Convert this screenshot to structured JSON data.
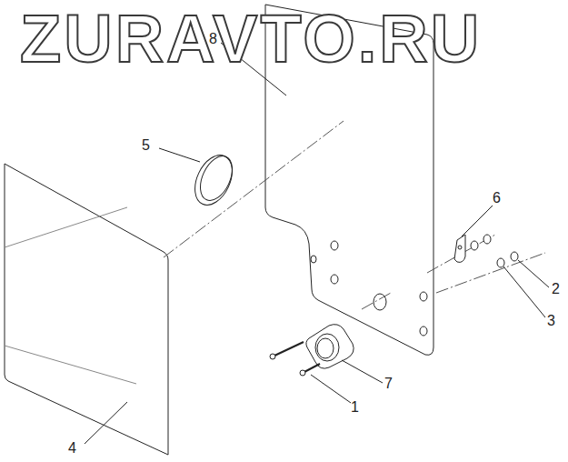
{
  "diagram": {
    "labels": [
      "ZURAVTO.RU",
      "8",
      "5",
      "6",
      "2",
      "3",
      "7",
      "1",
      "4"
    ]
  }
}
